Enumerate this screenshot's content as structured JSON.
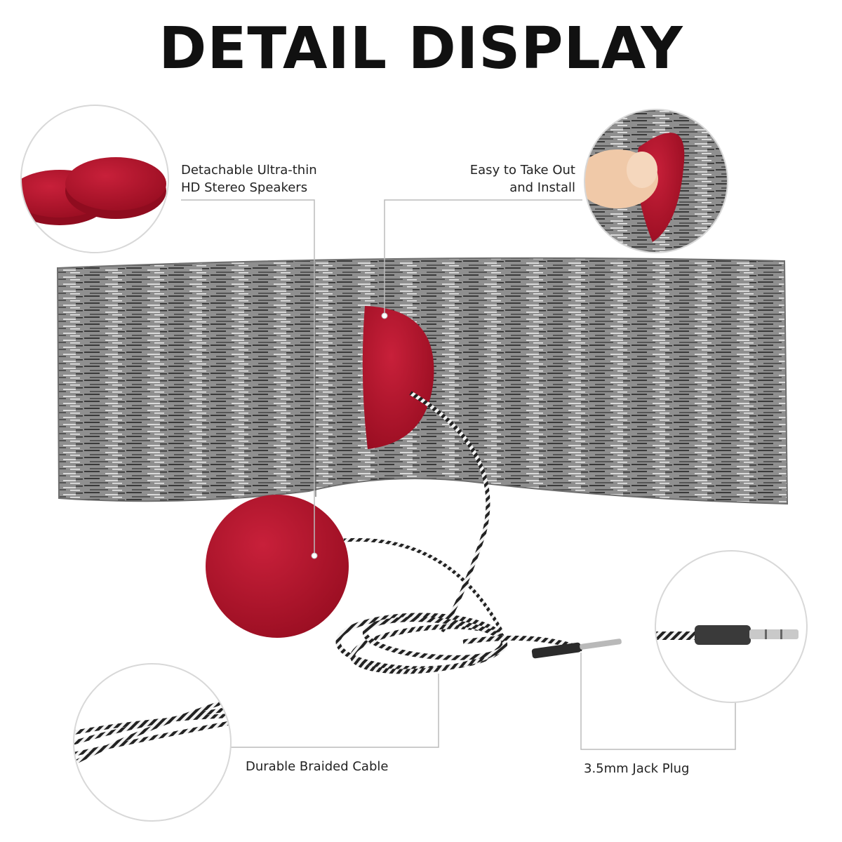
{
  "title": "DETAIL DISPLAY",
  "callouts": {
    "speakers": {
      "line1": "Detachable Ultra-thin",
      "line2": "HD Stereo Speakers"
    },
    "takeout": {
      "line1": "Easy to Take Out",
      "line2": "and Install"
    },
    "cable": {
      "text": "Durable Braided Cable"
    },
    "jack": {
      "text": "3.5mm Jack Plug"
    }
  },
  "colors": {
    "speaker_red": "#b0122a",
    "band_gray": "#8a8a8a",
    "leader_line": "#bbbbbb"
  }
}
